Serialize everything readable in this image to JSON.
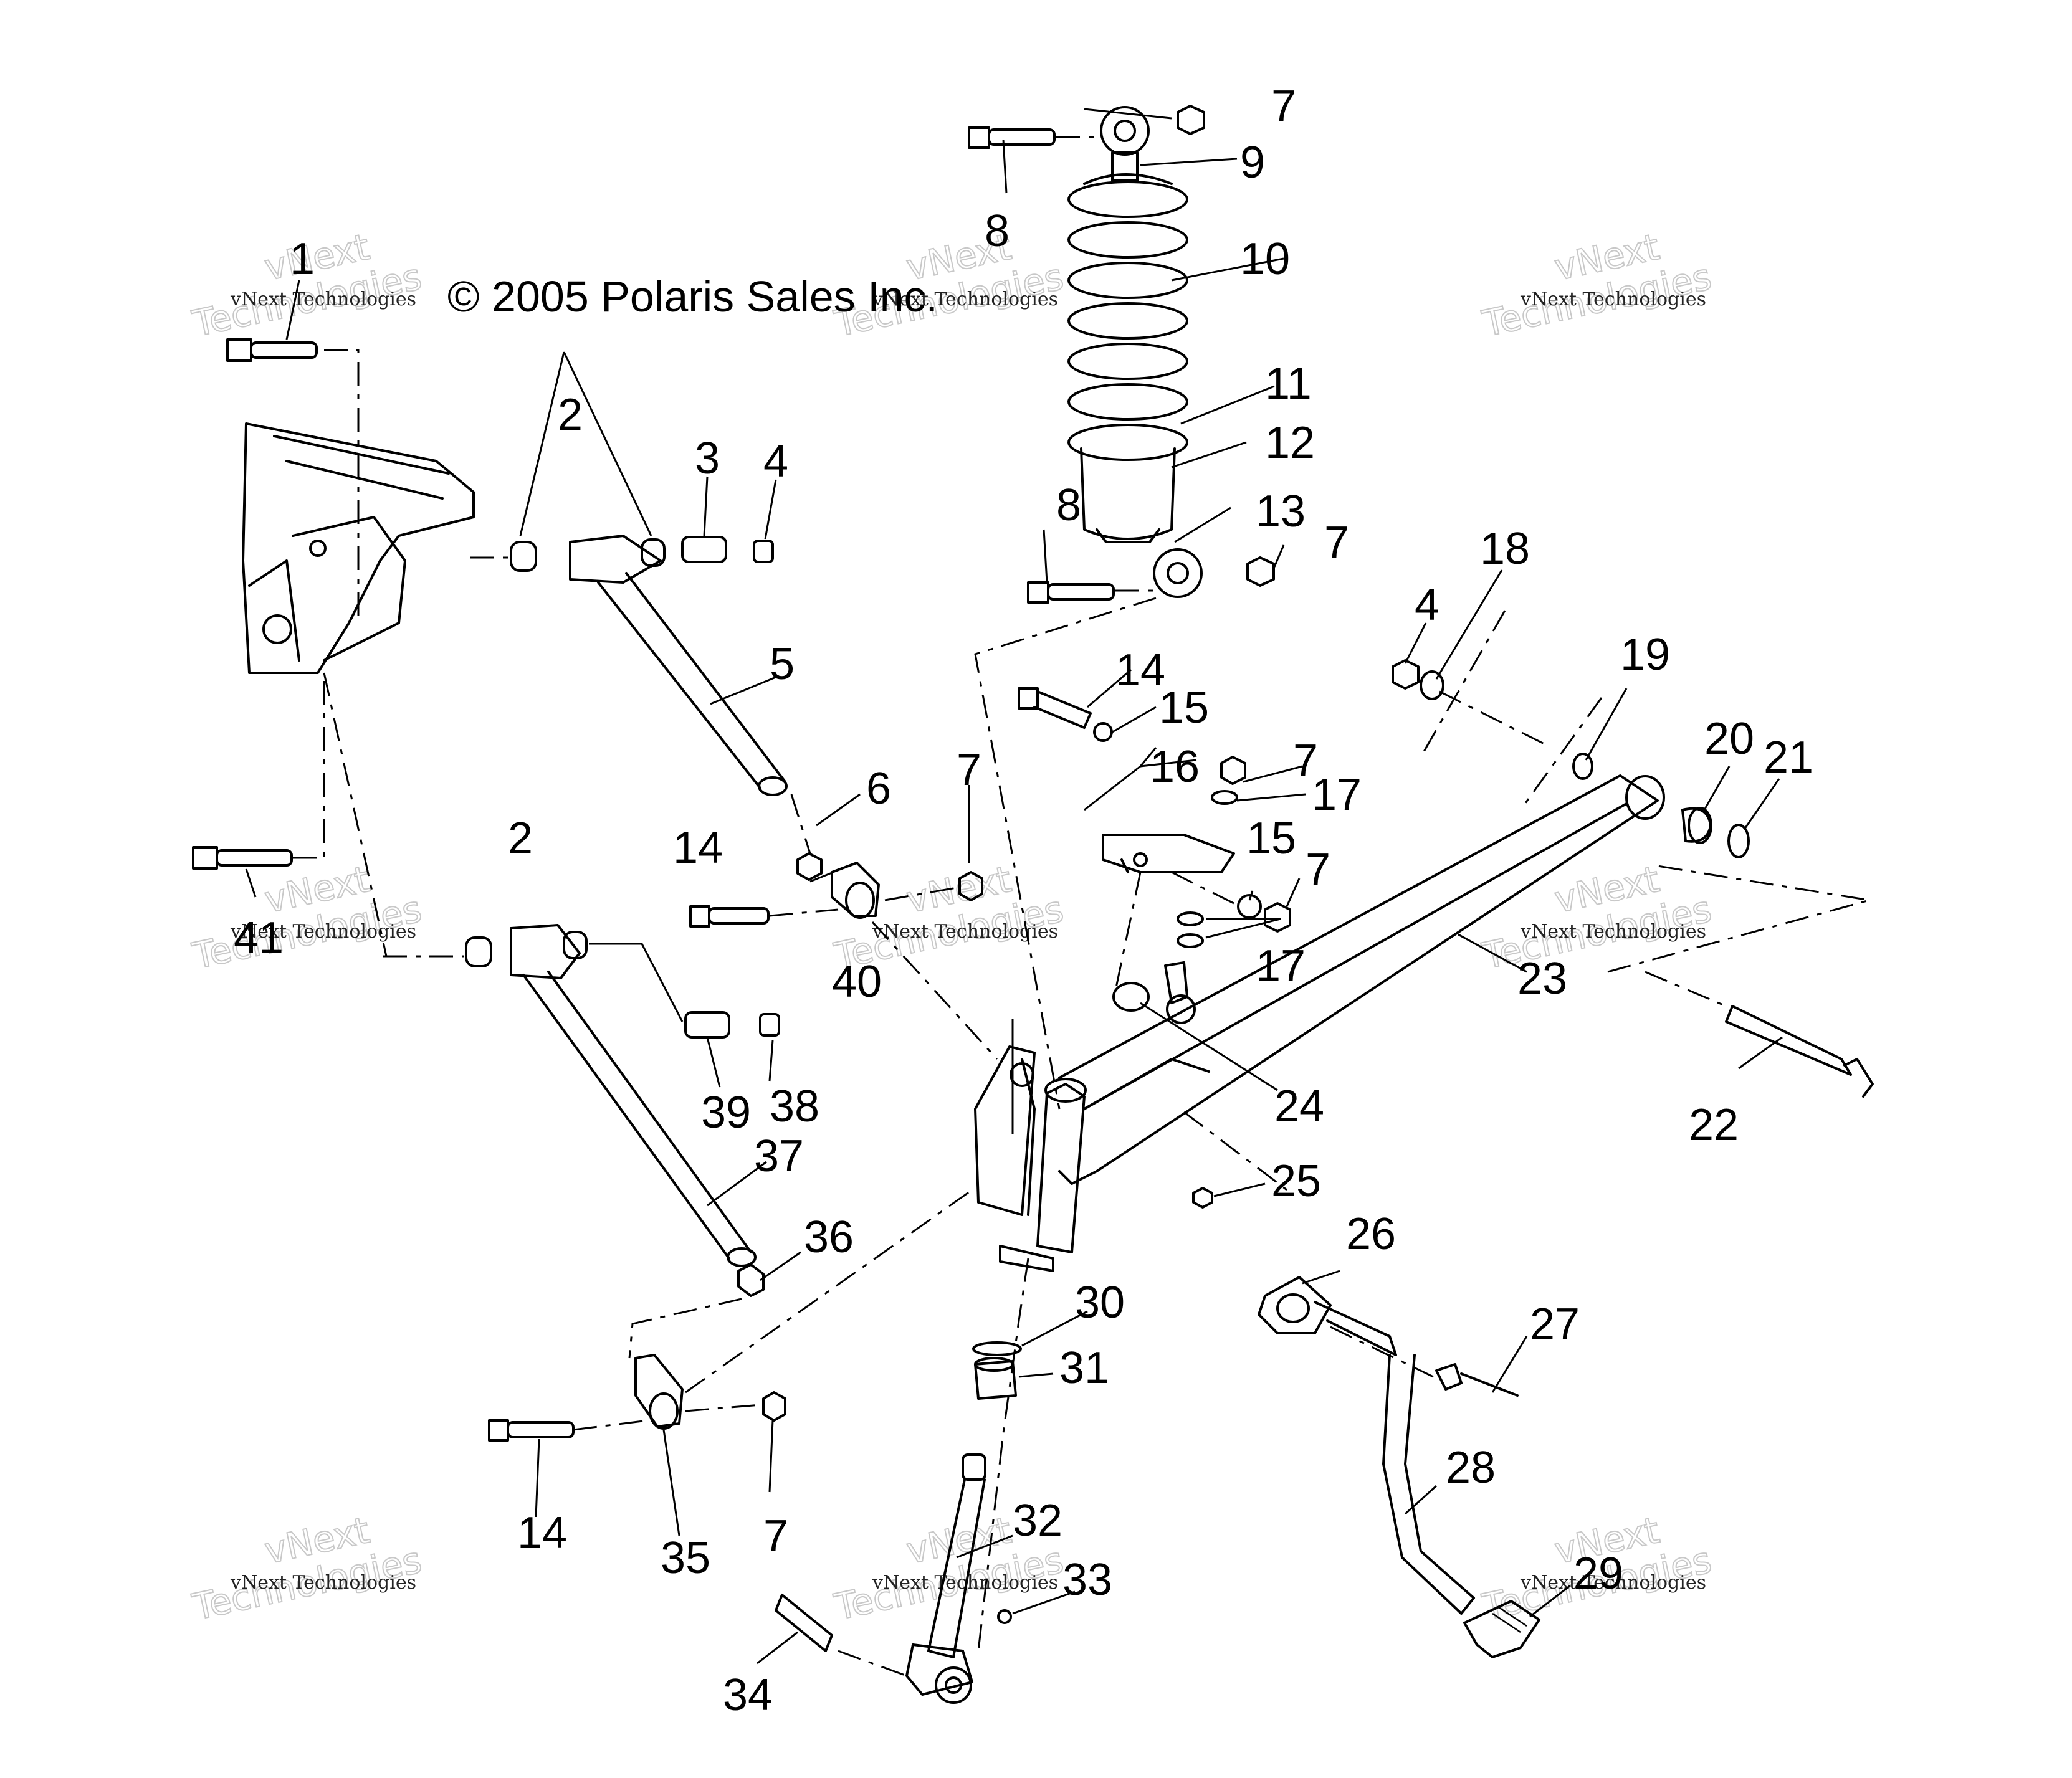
{
  "copyright": "© 2005 Polaris Sales Inc.",
  "watermark": {
    "line1": "vNext",
    "line2": "Technologies",
    "small": "vNext Technologies"
  },
  "callouts": [
    "1",
    "2",
    "2",
    "3",
    "4",
    "4",
    "5",
    "6",
    "7",
    "7",
    "7",
    "7",
    "7",
    "7",
    "8",
    "8",
    "9",
    "10",
    "11",
    "12",
    "13",
    "14",
    "14",
    "14",
    "15",
    "15",
    "16",
    "17",
    "17",
    "18",
    "19",
    "20",
    "21",
    "22",
    "23",
    "24",
    "25",
    "26",
    "27",
    "28",
    "29",
    "30",
    "31",
    "32",
    "33",
    "34",
    "35",
    "36",
    "37",
    "38",
    "39",
    "40",
    "41"
  ],
  "colors": {
    "ink": "#000000",
    "background": "#ffffff",
    "watermark": "#c8c8c8"
  }
}
